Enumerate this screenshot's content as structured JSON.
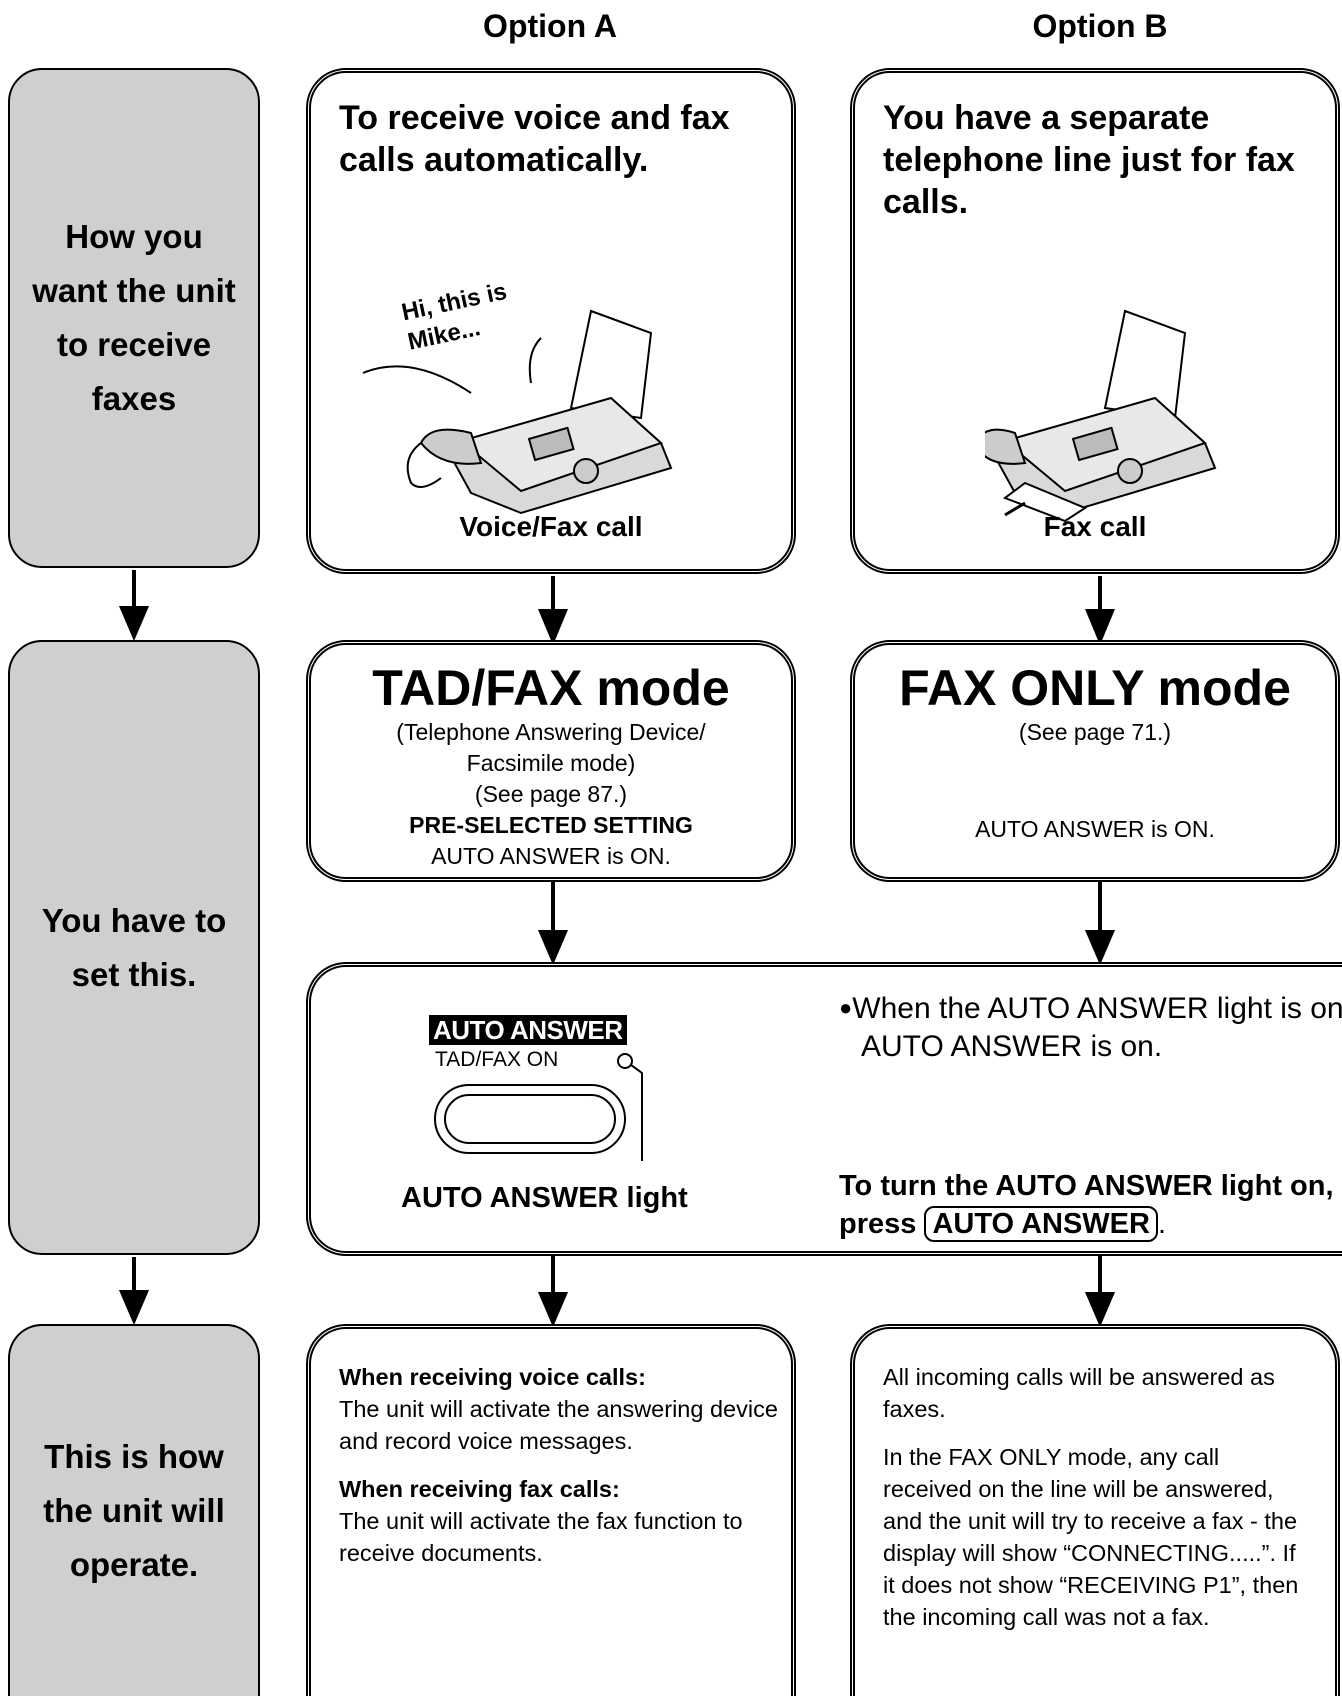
{
  "headers": {
    "option_a": "Option A",
    "option_b": "Option B"
  },
  "side": {
    "row1": "How you want the unit to receive faxes",
    "row2": "You have to set this.",
    "row3": "This is how the unit will operate."
  },
  "row1": {
    "a_title": "To receive voice and fax calls automatically.",
    "a_speech": "Hi, this is Mike...",
    "a_caption": "Voice/Fax call",
    "b_title": "You have a separate telephone line just for fax calls.",
    "b_caption": "Fax call"
  },
  "row2": {
    "a_mode": "TAD/FAX mode",
    "a_line1": "(Telephone Answering Device/",
    "a_line2": "Facsimile mode)",
    "a_line3": "(See page 87.)",
    "a_line4": "PRE-SELECTED SETTING",
    "a_line5": "AUTO ANSWER is ON.",
    "b_mode": "FAX ONLY mode",
    "b_line1": "(See page 71.)",
    "b_line2": "AUTO ANSWER is ON."
  },
  "panel": {
    "auto_answer_label": "AUTO ANSWER",
    "tad_fax_on": "TAD/FAX ON",
    "light_caption": "AUTO ANSWER light",
    "bullet_text": "When the AUTO ANSWER light is on, AUTO ANSWER is on.",
    "turn_on_text": "To turn the AUTO ANSWER light on, press",
    "key_label": "AUTO ANSWER",
    "period": "."
  },
  "row3": {
    "a_head1": "When receiving voice calls:",
    "a_text1": "The unit will activate the answering device and record voice messages.",
    "a_head2": "When receiving fax calls:",
    "a_text2": "The unit will activate the fax function to receive documents.",
    "b_text1": "All incoming calls will be answered as faxes.",
    "b_text2": "In the FAX ONLY mode, any call received on the line will be answered, and the unit will try to receive a fax - the display will show “CONNECTING.....”. If it does not show “RECEIVING P1”, then the incoming call was not a fax."
  }
}
